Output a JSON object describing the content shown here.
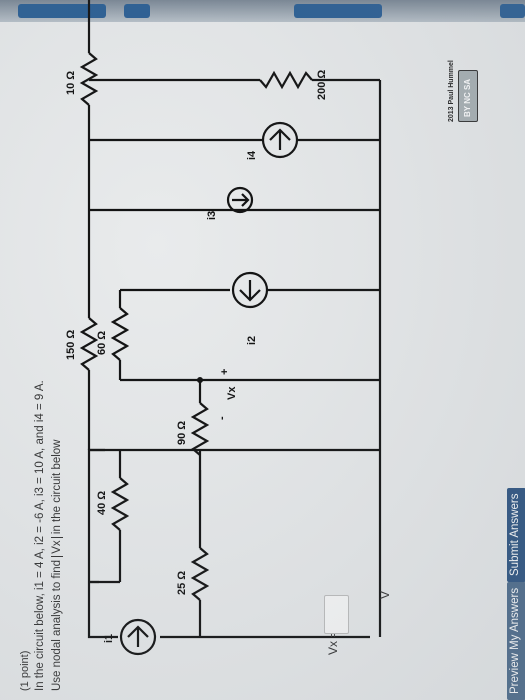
{
  "problem": {
    "point_label": "(1 point)",
    "statement": "In the circuit below, i1 = 4 A, i2 = -6 A, i3 = 10 A, and i4 = 9 A.",
    "instruction_prefix": "Use nodal analysis to find",
    "instruction_var": "Vx",
    "instruction_suffix": "in the circuit below"
  },
  "circuit": {
    "r150": "150 Ω",
    "r40": "40 Ω",
    "r25": "25 Ω",
    "r90": "90 Ω",
    "r60": "60 Ω",
    "r10": "10 Ω",
    "r200": "200 Ω",
    "i1": "i1",
    "i2": "i2",
    "i3": "i3",
    "i4": "i4",
    "vx": "Vx",
    "minus": "-",
    "plus": "+"
  },
  "answer": {
    "label": "Vx =",
    "value": "",
    "unit": "V"
  },
  "buttons": {
    "preview": "Preview My Answers",
    "submit": "Submit Answers"
  },
  "credit": {
    "copyright": "2013 Paul Hummel",
    "license": "BY NC SA"
  },
  "colors": {
    "preview_button": "#4e6d8d",
    "submit_button": "#2d5482"
  }
}
